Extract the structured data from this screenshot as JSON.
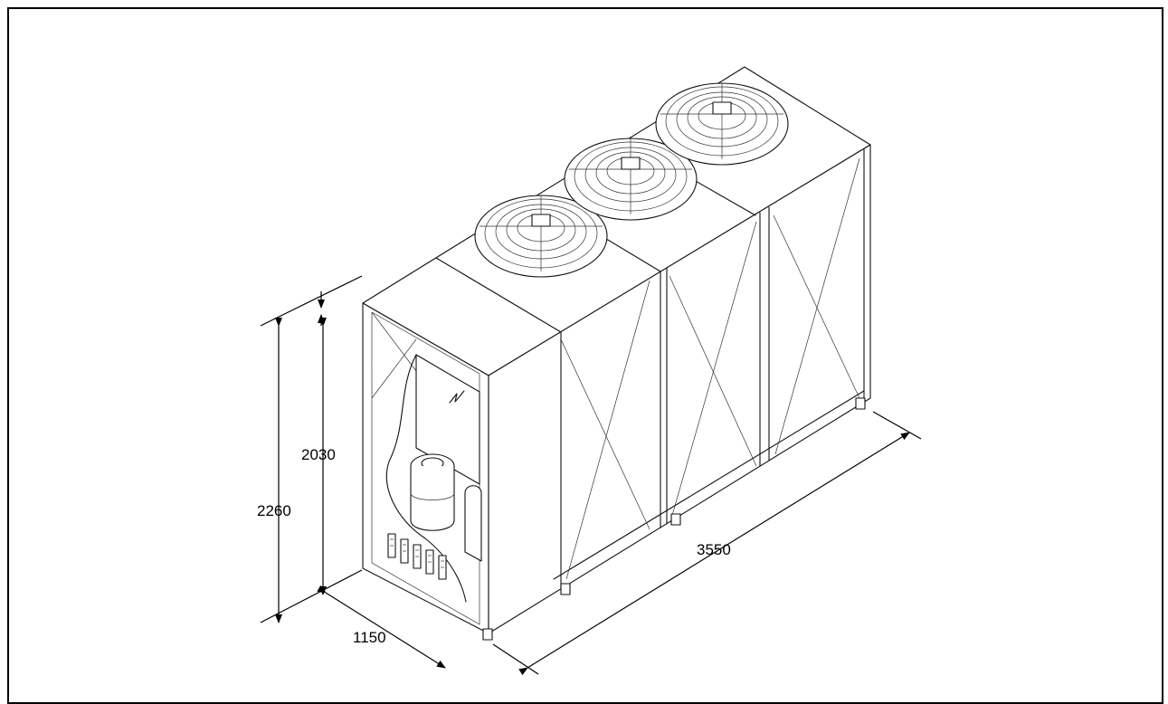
{
  "drawing": {
    "type": "isometric-dimension-drawing",
    "colors": {
      "line": "#111111",
      "background": "#ffffff",
      "border": "#000000"
    },
    "dimensions": {
      "height_total": "2260",
      "height_body": "2030",
      "width": "1150",
      "length": "3550"
    },
    "icons": [
      "fan-icon",
      "fan-icon",
      "fan-icon",
      "electrical-hazard-icon",
      "compressor-icon"
    ]
  }
}
